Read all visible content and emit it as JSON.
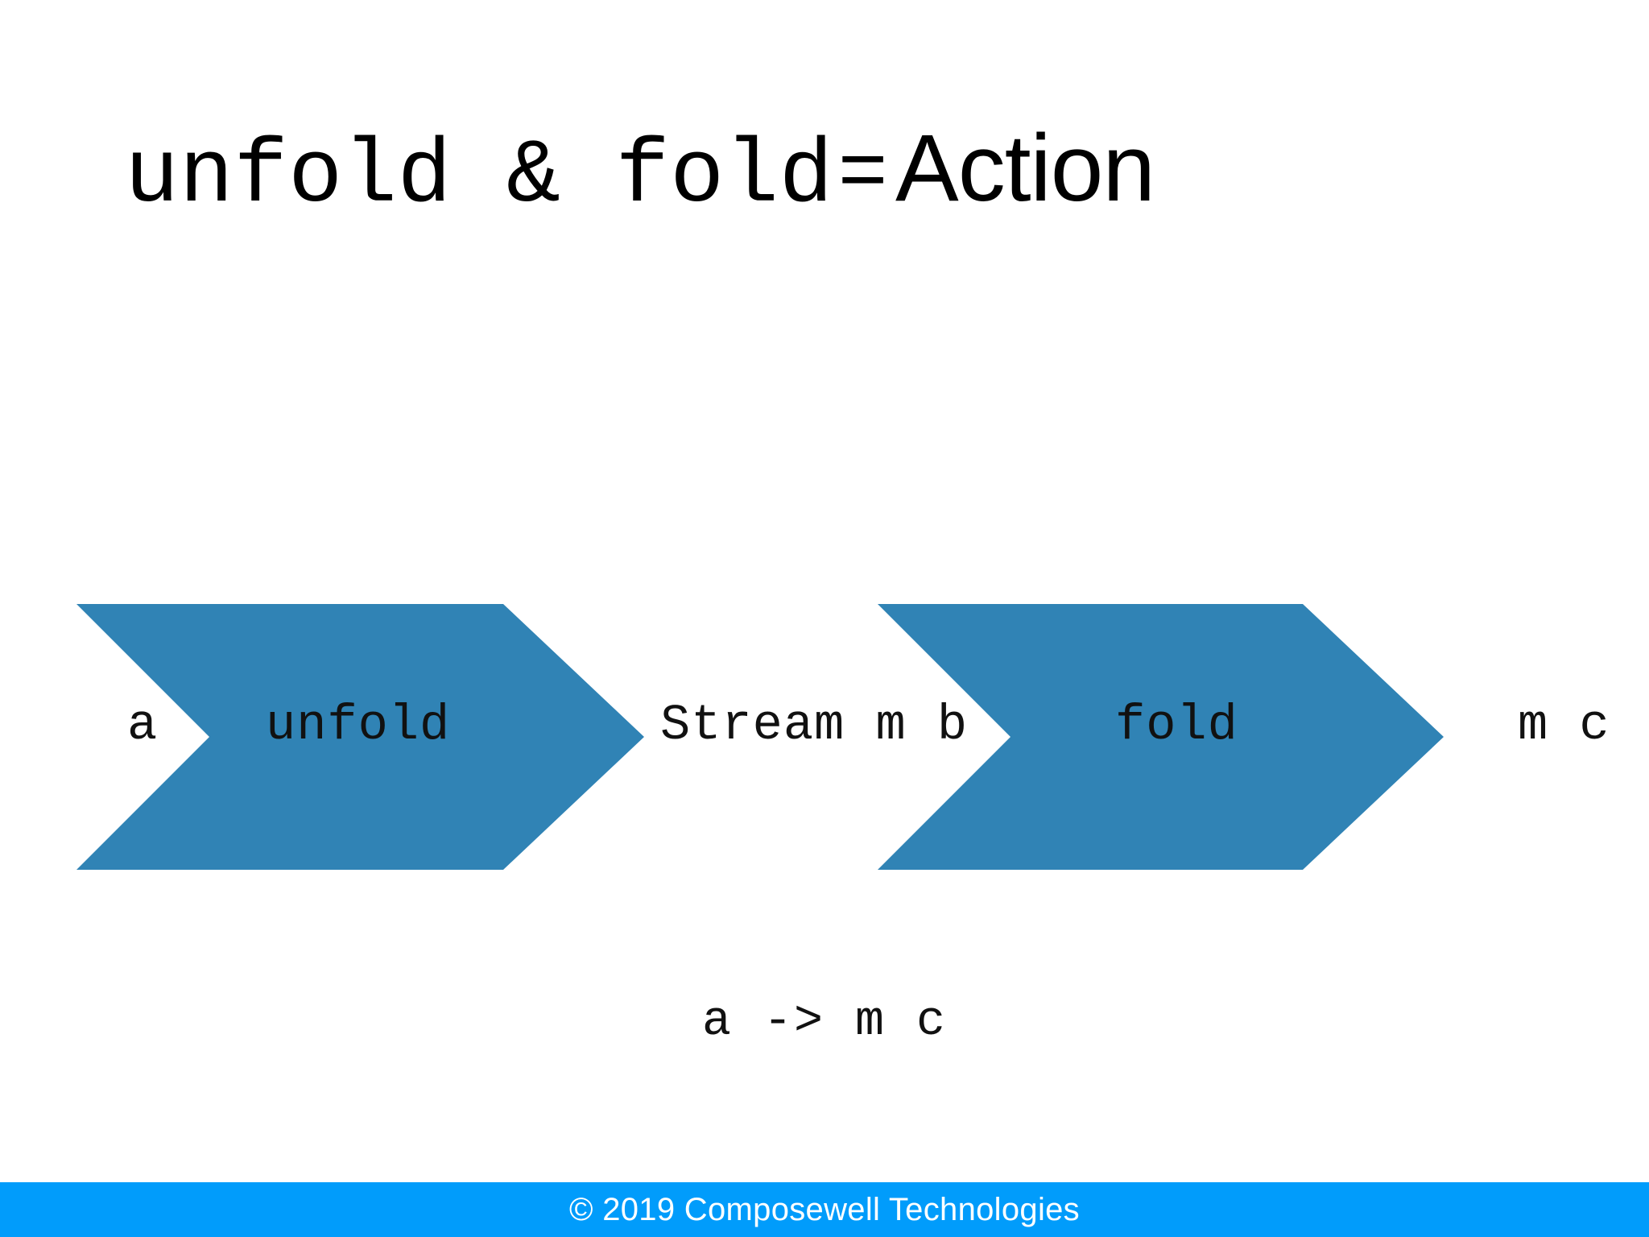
{
  "slide": {
    "background_color": "#ffffff",
    "title": {
      "mono_part": "unfold & fold",
      "equals": "=",
      "sans_part": "Action",
      "full_text": "unfold & fold = Action"
    },
    "diagram": {
      "arrow_color": "#3083b5",
      "input_label": "a",
      "stage1_label": "unfold",
      "intermediate_label": "Stream m b",
      "stage2_label": "fold",
      "output_label": "m c",
      "type_signature": "a -> m c"
    },
    "footer": {
      "text": "© 2019 Composewell Technologies",
      "background_color": "#019cfb",
      "text_color": "#ffffff"
    }
  }
}
